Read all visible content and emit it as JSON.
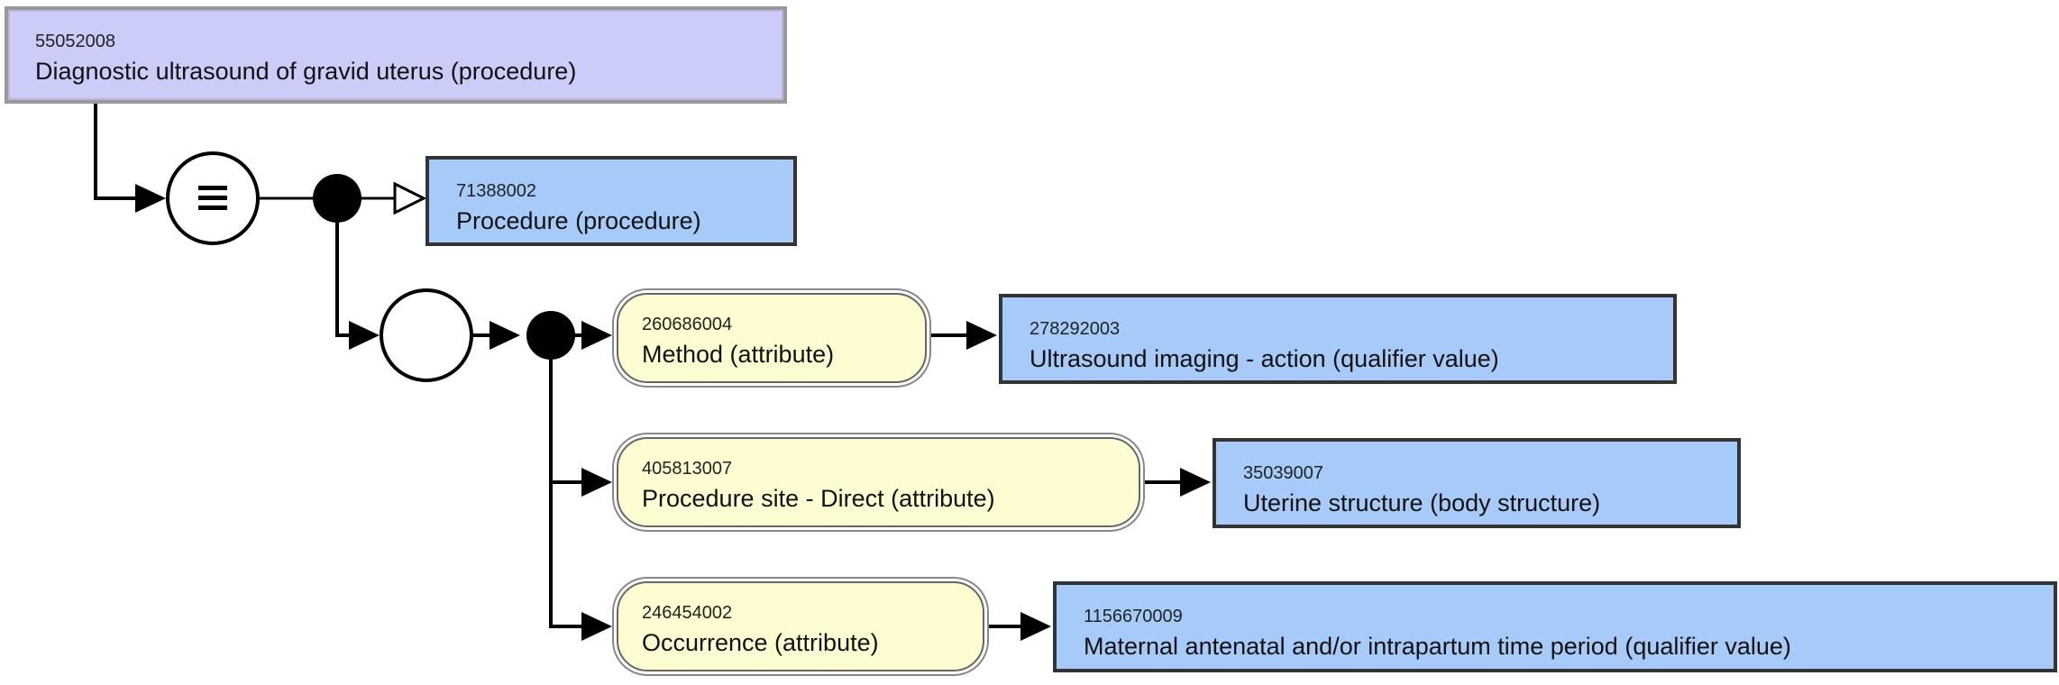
{
  "diagram": {
    "type": "SNOMED CT concept diagram",
    "focus_concept": {
      "id": "55052008",
      "term": "Diagnostic ultrasound of gravid uterus (procedure)",
      "status": "fully-defined",
      "fill_color": "#ccccf8"
    },
    "definition_status_symbol": "equivalent-to-icon",
    "parents": [
      {
        "id": "71388002",
        "term": "Procedure (procedure)",
        "fill_color": "#a6cbf8"
      }
    ],
    "relationship_group": {
      "symbol": "role-group-icon",
      "attributes": [
        {
          "attribute": {
            "id": "260686004",
            "term": "Method (attribute)"
          },
          "value": {
            "id": "278292003",
            "term": "Ultrasound imaging - action (qualifier value)"
          }
        },
        {
          "attribute": {
            "id": "405813007",
            "term": "Procedure site - Direct (attribute)"
          },
          "value": {
            "id": "35039007",
            "term": "Uterine structure (body structure)"
          }
        },
        {
          "attribute": {
            "id": "246454002",
            "term": "Occurrence (attribute)"
          },
          "value": {
            "id": "1156670009",
            "term": "Maternal antenatal and/or intrapartum time period (qualifier value)"
          }
        }
      ]
    },
    "colors": {
      "attribute_fill": "#fefdd2",
      "concept_fill": "#a6cbf8",
      "defined_fill": "#ccccf8",
      "line": "#000000"
    }
  }
}
